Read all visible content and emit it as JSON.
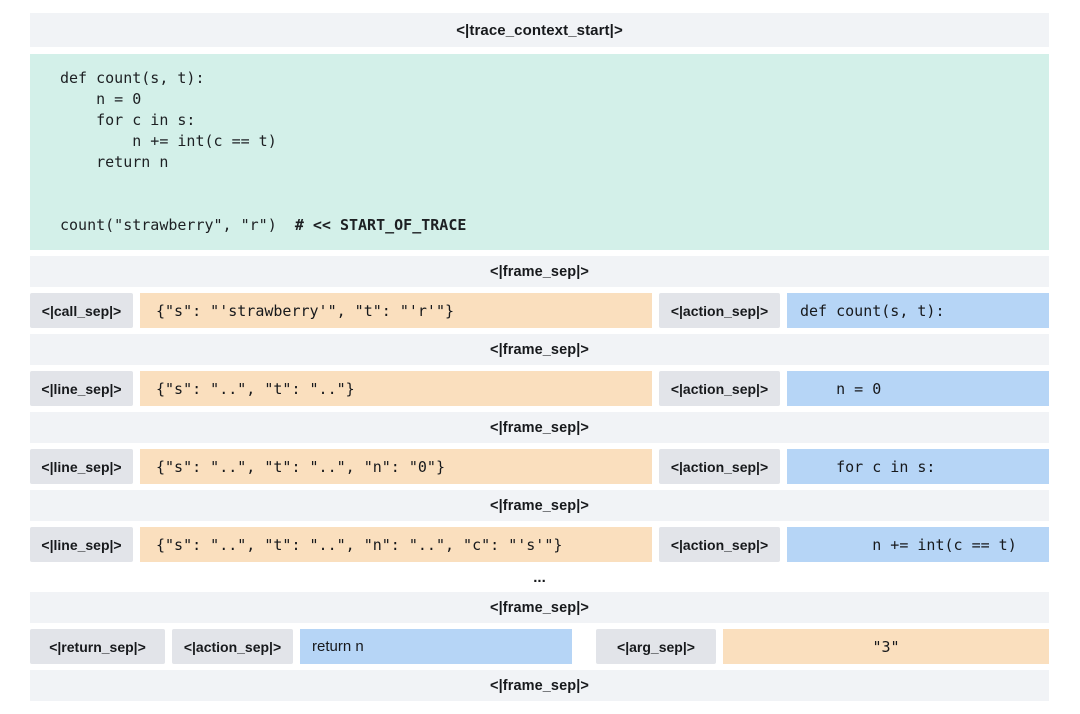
{
  "colors": {
    "page_bg": "#ffffff",
    "frame_bar_bg": "#f1f3f6",
    "token_chip_bg": "#e2e4e9",
    "code_block_bg": "#d3f0e9",
    "state_cell_bg": "#fadfbe",
    "action_cell_bg": "#b6d5f6",
    "text": "#17191c"
  },
  "tokens": {
    "trace_context_start": "<|trace_context_start|>",
    "frame_sep": "<|frame_sep|>"
  },
  "code_block": {
    "body": "def count(s, t):\n    n = 0\n    for c in s:\n        n += int(c == t)\n    return n\n\n\ncount(\"strawberry\", \"r\")  ",
    "comment": "# << START_OF_TRACE"
  },
  "ellipsis": "...",
  "rows": [
    {
      "sep": "<|call_sep|>",
      "state": "{\"s\": \"'strawberry'\", \"t\": \"'r'\"}",
      "action_sep": "<|action_sep|>",
      "action": "def count(s, t):"
    },
    {
      "sep": "<|line_sep|>",
      "state": "{\"s\": \"..\", \"t\": \"..\"}",
      "action_sep": "<|action_sep|>",
      "action": "    n = 0"
    },
    {
      "sep": "<|line_sep|>",
      "state": "{\"s\": \"..\", \"t\": \"..\", \"n\": \"0\"}",
      "action_sep": "<|action_sep|>",
      "action": "    for c in s:"
    },
    {
      "sep": "<|line_sep|>",
      "state": "{\"s\": \"..\", \"t\": \"..\", \"n\": \"..\", \"c\": \"'s'\"}",
      "action_sep": "<|action_sep|>",
      "action": "        n += int(c == t)"
    }
  ],
  "return_row": {
    "return_sep": "<|return_sep|>",
    "action_sep": "<|action_sep|>",
    "action": "return n",
    "arg_sep": "<|arg_sep|>",
    "value": "\"3\""
  }
}
